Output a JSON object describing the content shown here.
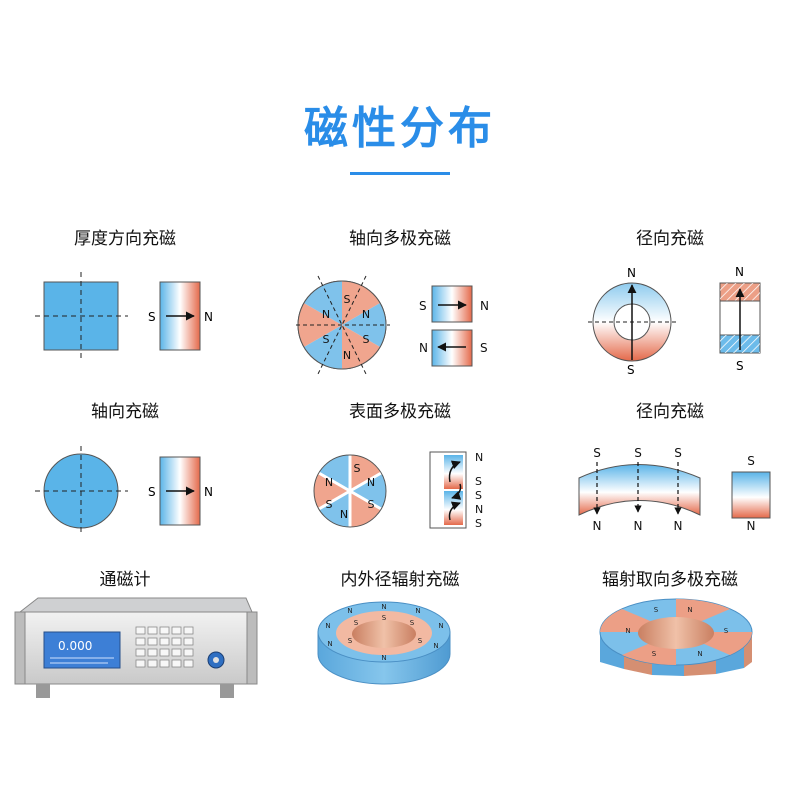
{
  "header": {
    "title": "磁性分布"
  },
  "captions": {
    "thickness": "厚度方向充磁",
    "axial_multipole": "轴向多极充磁",
    "radial_1": "径向充磁",
    "axial": "轴向充磁",
    "surface_multipole": "表面多极充磁",
    "radial_2": "径向充磁",
    "gaussmeter": "通磁计",
    "inner_outer_radiating": "内外径辐射充磁",
    "radiation_oriented_multipole": "辐射取向多极充磁"
  },
  "poles": {
    "north": "N",
    "south": "S"
  },
  "gaussmeter_display": {
    "reading": "0.000"
  },
  "colors": {
    "blue": "#5ab4e8",
    "light_blue": "#9fd4f2",
    "red": "#e4694a",
    "salmon": "#ec9f86",
    "accent": "#2a8de8"
  }
}
